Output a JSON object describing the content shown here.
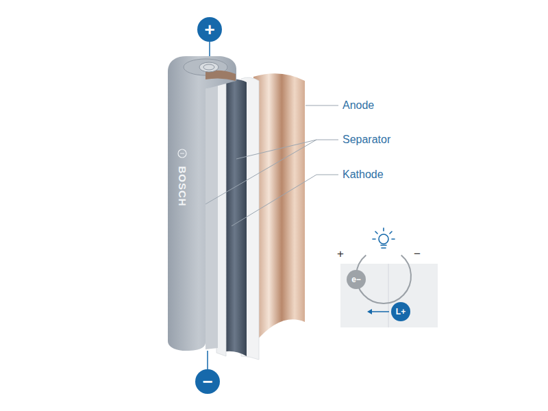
{
  "diagram": {
    "nodes": [
      {
        "text": [
          "+"
        ]
      },
      {
        "text": [
          "−"
        ]
      },
      {
        "text": [
          "e−"
        ]
      },
      {
        "text": [
          "L+"
        ]
      }
    ],
    "labels": [
      "Anode",
      "Separator",
      "Kathode",
      "BOSCH",
      "+",
      "−"
    ]
  }
}
